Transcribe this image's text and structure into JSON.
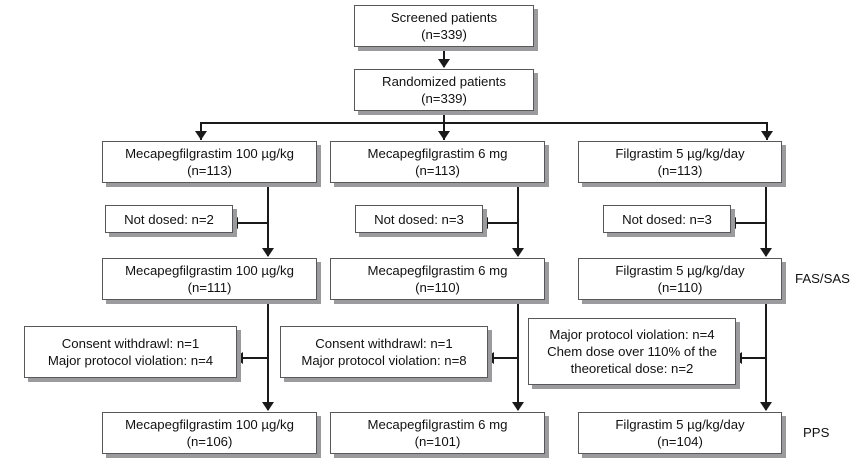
{
  "diagram": {
    "title": "CONSORT patient disposition flow diagram",
    "type": "flowchart",
    "colors": {
      "box_border": "#58585a",
      "box_shadow": "#9b9b9d",
      "connector": "#1a1a1a",
      "text": "#111111",
      "background": "#ffffff"
    }
  },
  "nodes": {
    "screened": {
      "line1": "Screened patients",
      "line2": "(n=339)"
    },
    "randomized": {
      "line1": "Randomized patients",
      "line2": "(n=339)"
    },
    "arm_a_enrolled": {
      "line1": "Mecapegfilgrastim 100 µg/kg",
      "line2": "(n=113)"
    },
    "arm_b_enrolled": {
      "line1": "Mecapegfilgrastim 6 mg",
      "line2": "(n=113)"
    },
    "arm_c_enrolled": {
      "line1": "Filgrastim 5 µg/kg/day",
      "line2": "(n=113)"
    },
    "arm_a_notdosed": {
      "line1": "Not dosed: n=2"
    },
    "arm_b_notdosed": {
      "line1": "Not dosed: n=3"
    },
    "arm_c_notdosed": {
      "line1": "Not dosed: n=3"
    },
    "arm_a_fas": {
      "line1": "Mecapegfilgrastim 100 µg/kg",
      "line2": "(n=111)"
    },
    "arm_b_fas": {
      "line1": "Mecapegfilgrastim 6 mg",
      "line2": "(n=110)"
    },
    "arm_c_fas": {
      "line1": "Filgrastim 5 µg/kg/day",
      "line2": "(n=110)"
    },
    "arm_a_excluded": {
      "line1": "Consent withdrawl: n=1",
      "line2": "Major protocol violation: n=4"
    },
    "arm_b_excluded": {
      "line1": "Consent withdrawl: n=1",
      "line2": "Major protocol violation: n=8"
    },
    "arm_c_excluded": {
      "line1": "Major protocol violation: n=4",
      "line2": "Chem dose over 110% of the",
      "line3": "theoretical dose: n=2"
    },
    "arm_a_pps": {
      "line1": "Mecapegfilgrastim 100 µg/kg",
      "line2": "(n=106)"
    },
    "arm_b_pps": {
      "line1": "Mecapegfilgrastim 6 mg",
      "line2": "(n=101)"
    },
    "arm_c_pps": {
      "line1": "Filgrastim 5 µg/kg/day",
      "line2": "(n=104)"
    }
  },
  "annotations": {
    "fas_sas": "FAS/SAS",
    "pps": "PPS"
  }
}
